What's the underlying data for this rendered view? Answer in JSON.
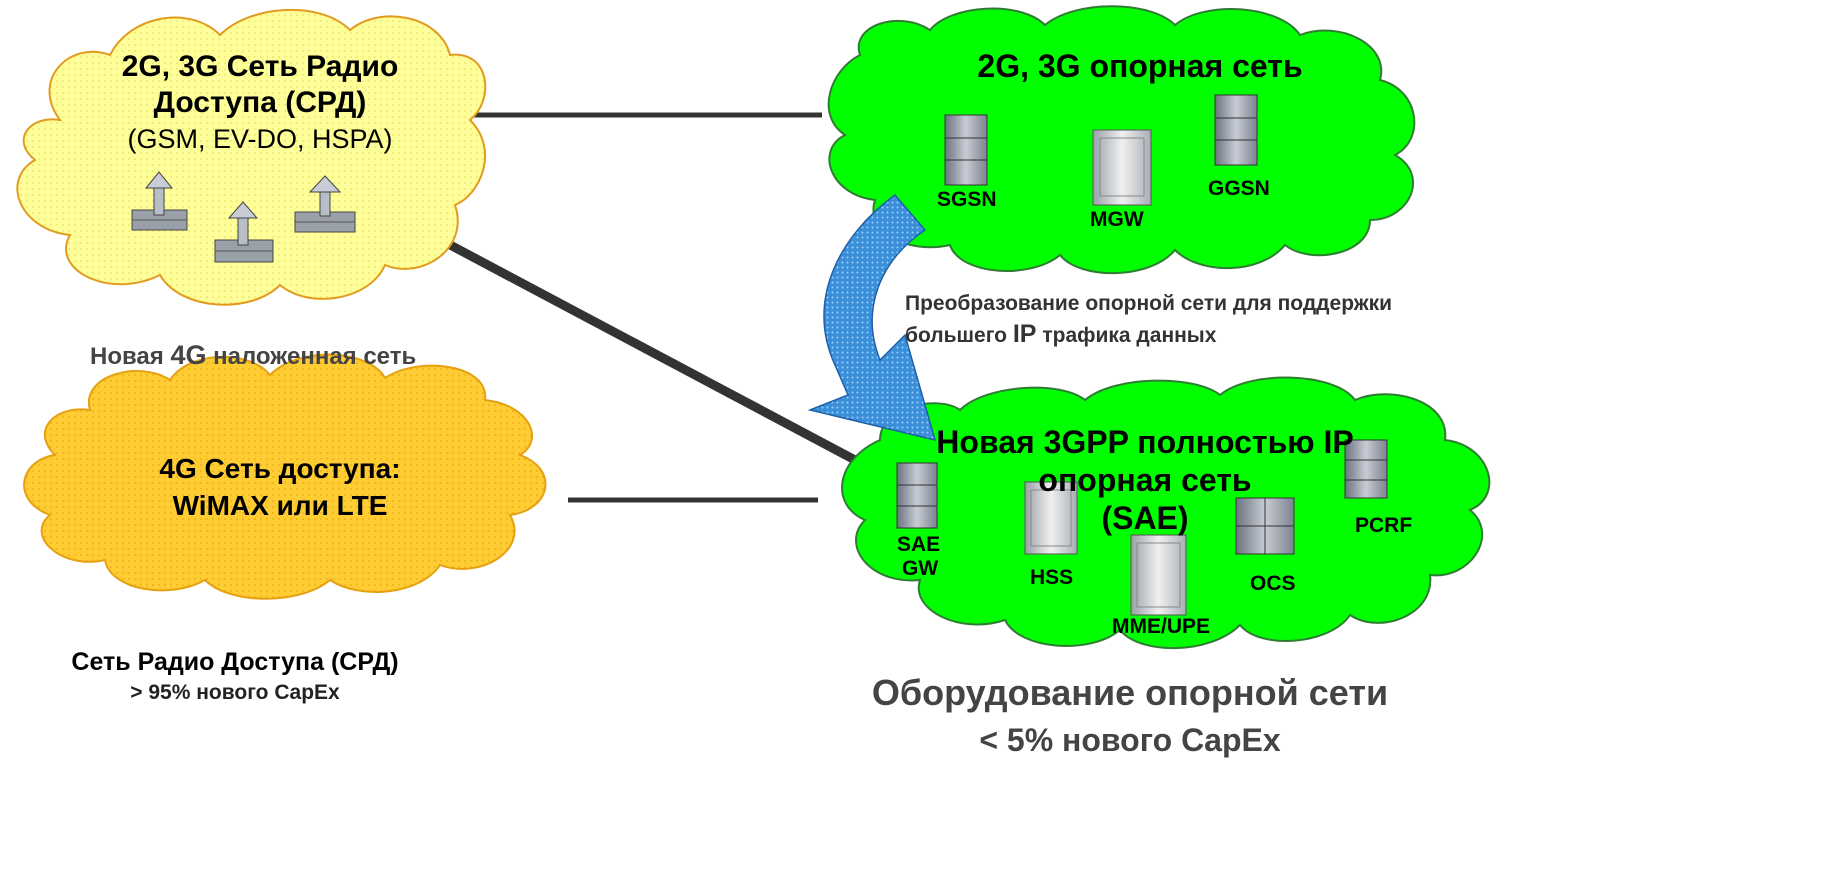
{
  "ran_legacy": {
    "line1": "2G, 3G Сеть Радио",
    "line2": "Доступа (СРД)",
    "line3": "(GSM, EV-DO, HSPA)"
  },
  "core_legacy": {
    "title": "2G, 3G опорная сеть",
    "nodes": {
      "sgsn": "SGSN",
      "mgw": "MGW",
      "ggsn": "GGSN"
    }
  },
  "transform_note": {
    "line1": "Преобразование опорной сети для поддержки",
    "line2_pre": "большего",
    "line2_ip": "IP",
    "line2_post": "трафика данных"
  },
  "overlay_note": {
    "pre": "Новая",
    "mid": "4G",
    "post": "наложенная сеть"
  },
  "ran_4g": {
    "line1": "4G Сеть доступа:",
    "line2": "WiMAX или LTE"
  },
  "core_new": {
    "line1": "Новая 3GPP полностью IP",
    "line2": "опорная сеть",
    "line3": "(SAE)",
    "nodes": {
      "sae_gw_1": "SAE",
      "sae_gw_2": "GW",
      "hss": "HSS",
      "mme": "MME/UPE",
      "ocs": "OCS",
      "pcrf": "PCRF"
    }
  },
  "ran_cost": {
    "line1": "Сеть Радио Доступа (СРД)",
    "line2": "> 95% нового CapEx"
  },
  "core_cost": {
    "line1": "Оборудование опорной сети",
    "line2": "< 5% нового CapEx"
  },
  "colors": {
    "cloud_legacy_ran": "#ffff99",
    "cloud_4g_ran": "#ffcc33",
    "cloud_core": "#00ff00",
    "arrow": "#3a8fd8",
    "link": "#333333"
  }
}
